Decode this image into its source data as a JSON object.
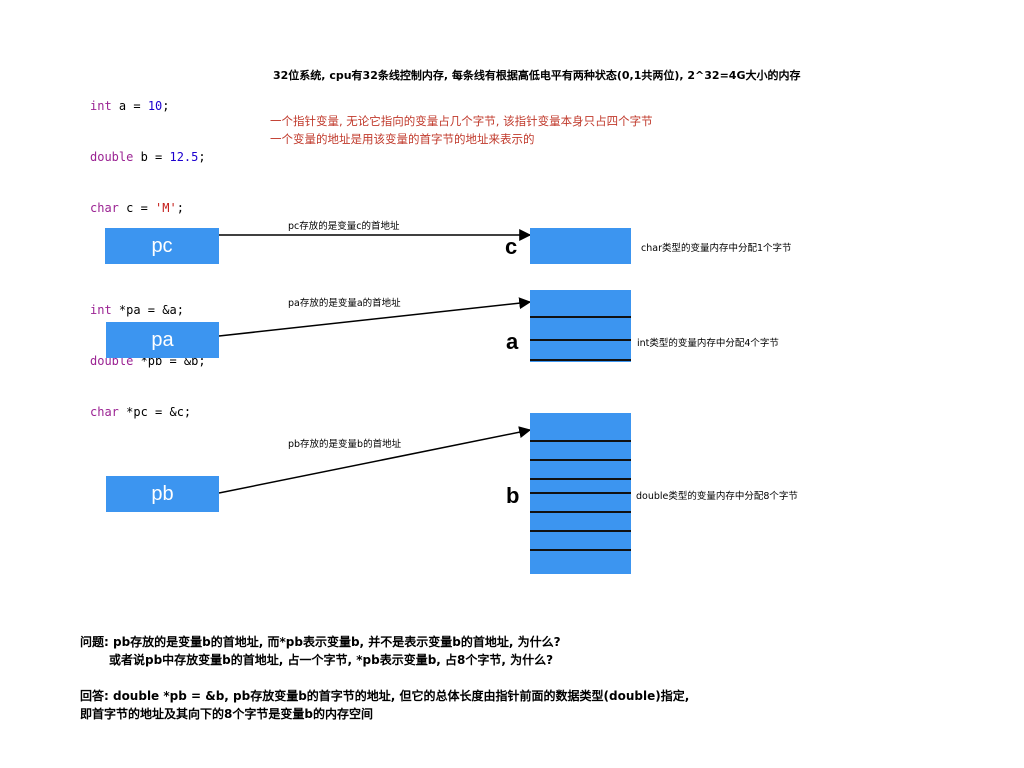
{
  "code": {
    "lines": [
      {
        "type": "int",
        "rest": " a = ",
        "value": "10",
        "end": ";"
      },
      {
        "type": "double",
        "rest": " b = ",
        "value": "12.5",
        "end": ";"
      },
      {
        "type": "char",
        "rest": " c = ",
        "value": "'M'",
        "end": ";"
      },
      {
        "type": "int",
        "rest": " *pa = &a;"
      },
      {
        "type": "double",
        "rest": " *pb = &b;"
      },
      {
        "type": "char",
        "rest": " *pc = &c;"
      }
    ]
  },
  "notes": {
    "system": "32位系统, cpu有32条线控制内存, 每条线有根据高低电平有两种状态(0,1共两位), 2^32=4G大小的内存",
    "red1": "一个指针变量, 无论它指向的变量占几个字节, 该指针变量本身只占四个字节",
    "red2": "一个变量的地址是用该变量的首字节的地址来表示的"
  },
  "pointers": {
    "pc": {
      "label": "pc",
      "arrow_text": "pc存放的是变量c的首地址"
    },
    "pa": {
      "label": "pa",
      "arrow_text": "pa存放的是变量a的首地址"
    },
    "pb": {
      "label": "pb",
      "arrow_text": "pb存放的是变量b的首地址"
    }
  },
  "variables": {
    "c": {
      "label": "c",
      "bytes": 1,
      "desc": "char类型的变量内存中分配1个字节"
    },
    "a": {
      "label": "a",
      "bytes": 4,
      "desc": "int类型的变量内存中分配4个字节"
    },
    "b": {
      "label": "b",
      "bytes": 8,
      "desc": "double类型的变量内存中分配8个字节"
    }
  },
  "question": {
    "line1": "问题: pb存放的是变量b的首地址,  而*pb表示变量b, 并不是表示变量b的首地址, 为什么?",
    "line2": "或者说pb中存放变量b的首地址, 占一个字节, *pb表示变量b, 占8个字节, 为什么?"
  },
  "answer": {
    "line1": "回答: double *pb = &b, pb存放变量b的首字节的地址, 但它的总体长度由指针前面的数据类型(double)指定,",
    "line2": "即首字节的地址及其向下的8个字节是变量b的内存空间"
  },
  "colors": {
    "box": "#3c95f0",
    "keyword": "#9b2393",
    "number": "#1c00cf",
    "string": "#c41a16",
    "red_note": "#c0392b"
  }
}
